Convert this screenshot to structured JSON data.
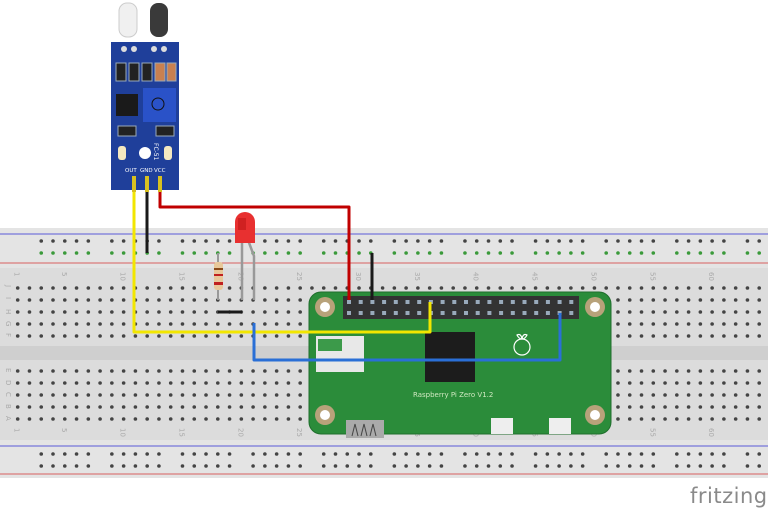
{
  "sensor": {
    "model_label": "FC-51",
    "pin_labels": [
      "OUT",
      "GND",
      "VCC"
    ]
  },
  "breadboard": {
    "row_letters_top": [
      "J",
      "I",
      "H",
      "G",
      "F"
    ],
    "row_letters_bottom": [
      "E",
      "D",
      "C",
      "B",
      "A"
    ],
    "column_numbers": [
      "1",
      "5",
      "10",
      "15",
      "20",
      "25",
      "30",
      "35",
      "40",
      "45",
      "50",
      "55",
      "60"
    ]
  },
  "raspberry_pi": {
    "label": "Raspberry Pi Zero V1.2"
  },
  "wire_colors": {
    "out": "#f2e600",
    "gnd": "#1a1a1a",
    "vcc": "#c00000",
    "gpio": "#2a6fd6"
  },
  "branding": {
    "logo": "fritzing"
  }
}
